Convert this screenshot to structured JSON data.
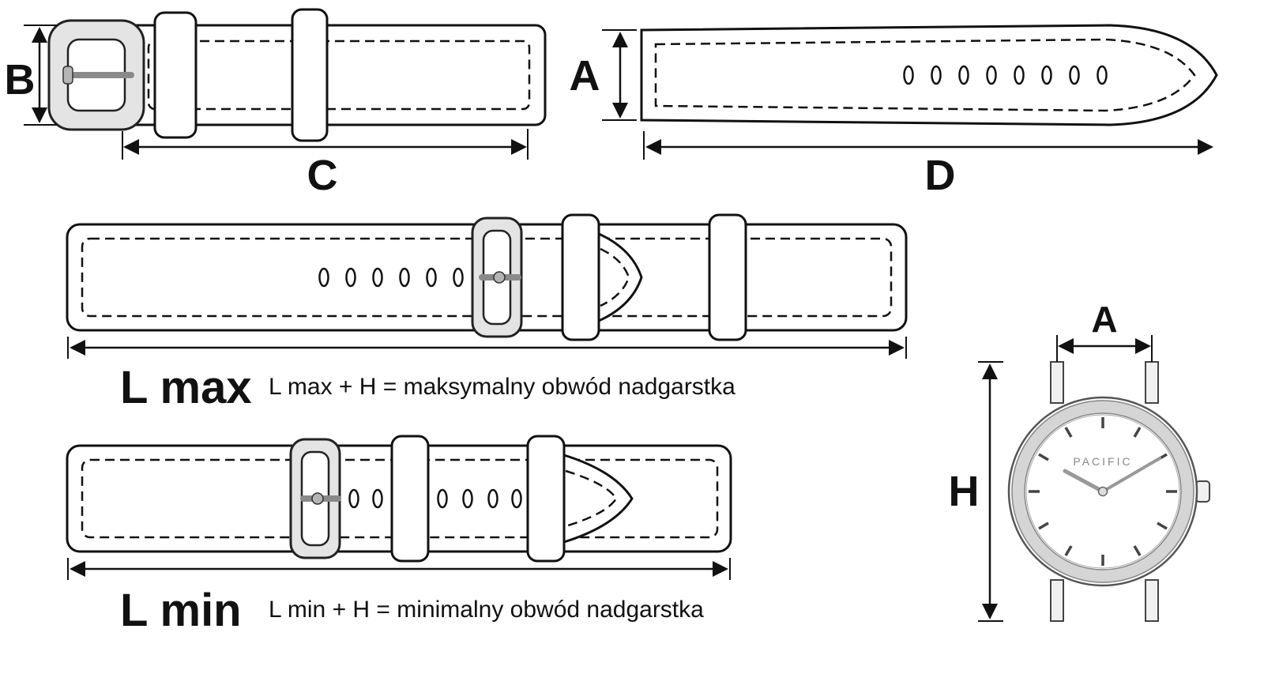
{
  "labels": {
    "a": "A",
    "b": "B",
    "c": "C",
    "d": "D",
    "h": "H",
    "l_max": "L max",
    "l_min": "L min",
    "watch_a": "A"
  },
  "formulas": {
    "l_max": "L max + H  = maksymalny obwód nadgarstka",
    "l_min": "L min + H  = minimalny obwód nadgarstka"
  },
  "watch": {
    "brand": "PACIFIC"
  },
  "colors": {
    "line": "#111111",
    "background": "#ffffff",
    "metal": "#e4e4e4"
  }
}
